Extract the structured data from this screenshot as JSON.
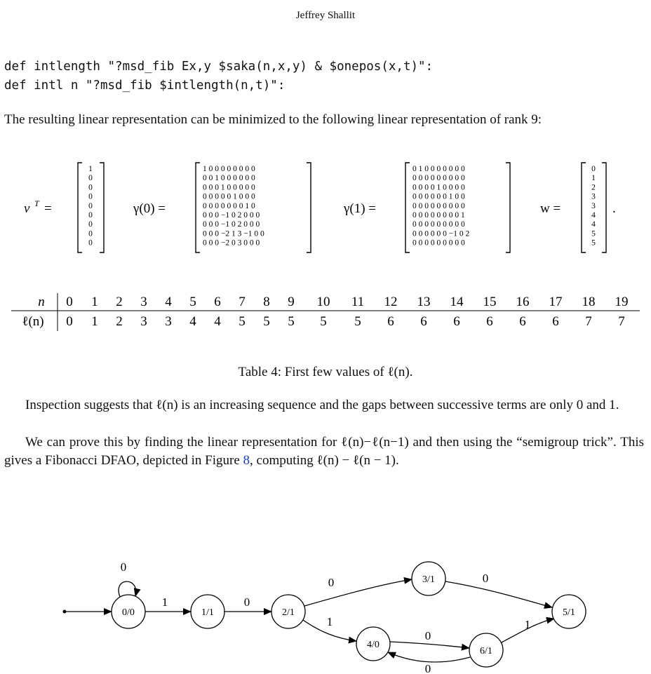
{
  "running_head": "Jeffrey Shallit",
  "code": {
    "line1": "def intlength \"?msd_fib Ex,y $saka(n,x,y) & $onepos(x,t)\":",
    "line2": "def intl n \"?msd_fib $intlength(n,t)\":"
  },
  "para1": "The resulting linear representation can be minimized to the following linear representation of rank 9:",
  "matrices": {
    "vT_label": "v",
    "vT_sup": "T",
    "vT": [
      "1",
      "0",
      "0",
      "0",
      "0",
      "0",
      "0",
      "0",
      "0"
    ],
    "gamma0_label": "γ(0) =",
    "gamma0": [
      "1 0 0   0   0 0   0   0 0",
      "0 0 1   0   0 0   0   0 0",
      "0 0 0   1   0 0   0   0 0",
      "0 0 0   0   0 1   0   0 0",
      "0 0 0   0   0 0   0   1 0",
      "0 0 0 −1 0 2   0   0 0",
      "0 0 0 −1 0 2   0   0 0",
      "0 0 0 −2 1 3 −1 0 0",
      "0 0 0 −2 0 3   0   0 0"
    ],
    "gamma1_label": "γ(1) =",
    "gamma1": [
      "0 1 0 0 0 0   0   0 0",
      "0 0 0 0 0 0   0   0 0",
      "0 0 0 0 1 0   0   0 0",
      "0 0 0 0 0 0   1   0 0",
      "0 0 0 0 0 0   0   0 0",
      "0 0 0 0 0 0   0   0 1",
      "0 0 0 0 0 0   0   0 0",
      "0 0 0 0 0 0 −1 0 2",
      "0 0 0 0 0 0   0   0 0"
    ],
    "w_label": "w =",
    "w": [
      "0",
      "1",
      "2",
      "3",
      "3",
      "4",
      "4",
      "5",
      "5"
    ],
    "trailing": "."
  },
  "table": {
    "row1_label": "n",
    "row2_label": "ℓ(n)",
    "n": [
      "0",
      "1",
      "2",
      "3",
      "4",
      "5",
      "6",
      "7",
      "8",
      "9",
      "10",
      "11",
      "12",
      "13",
      "14",
      "15",
      "16",
      "17",
      "18",
      "19"
    ],
    "ell": [
      "0",
      "1",
      "2",
      "3",
      "3",
      "4",
      "4",
      "5",
      "5",
      "5",
      "5",
      "5",
      "6",
      "6",
      "6",
      "6",
      "6",
      "6",
      "7",
      "7"
    ]
  },
  "caption": "Table 4: First few values of ℓ(n).",
  "para2": "Inspection suggests that ℓ(n) is an increasing sequence and the gaps between successive terms are only 0 and 1.",
  "para3_a": "We can prove this by finding the linear representation for ℓ(n)−ℓ(n−1) and then using the “semigroup trick”. This gives a Fibonacci DFAO, depicted in Figure ",
  "para3_link": "8",
  "para3_b": ", computing ℓ(n) − ℓ(n − 1).",
  "automaton": {
    "states": [
      {
        "id": "s0",
        "label": "0/0"
      },
      {
        "id": "s1",
        "label": "1/1"
      },
      {
        "id": "s2",
        "label": "2/1"
      },
      {
        "id": "s3",
        "label": "3/1"
      },
      {
        "id": "s4",
        "label": "4/0"
      },
      {
        "id": "s5",
        "label": "5/1"
      },
      {
        "id": "s6",
        "label": "6/1"
      }
    ],
    "edges": [
      {
        "from": "s0",
        "to": "s0",
        "label": "0"
      },
      {
        "from": "s0",
        "to": "s1",
        "label": "1"
      },
      {
        "from": "s1",
        "to": "s2",
        "label": "0"
      },
      {
        "from": "s2",
        "to": "s3",
        "label": "0"
      },
      {
        "from": "s2",
        "to": "s4",
        "label": "1"
      },
      {
        "from": "s3",
        "to": "s5",
        "label": "0"
      },
      {
        "from": "s4",
        "to": "s6",
        "label": "0"
      },
      {
        "from": "s6",
        "to": "s4",
        "label": "0"
      },
      {
        "from": "s6",
        "to": "s5",
        "label": "1"
      }
    ]
  }
}
